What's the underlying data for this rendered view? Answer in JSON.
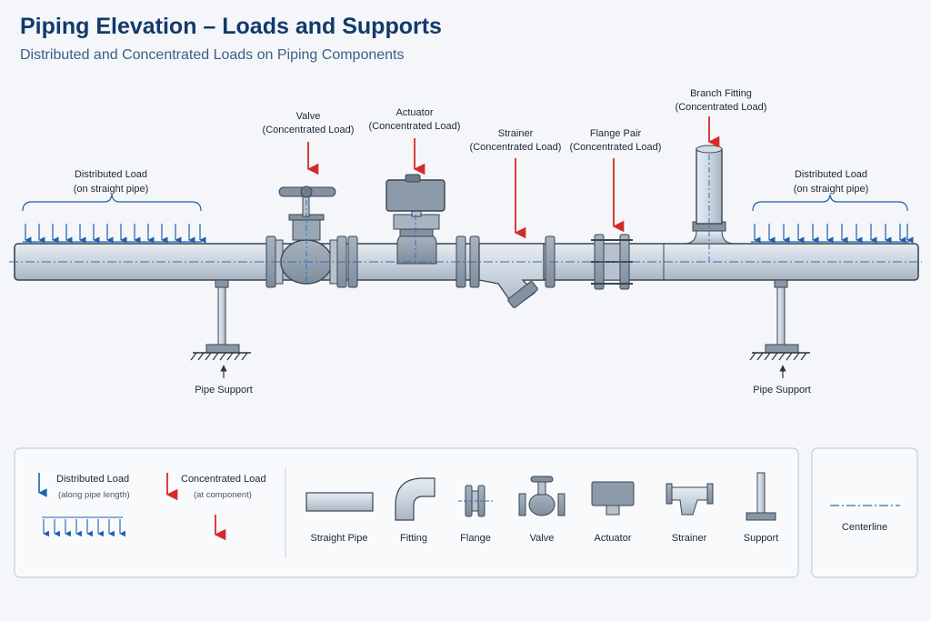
{
  "header": {
    "title": "Piping Elevation – Loads and Supports",
    "subtitle": "Distributed and Concentrated Loads on Piping Components"
  },
  "colors": {
    "distributed": "#1f5fb0",
    "concentrated": "#d62a2a",
    "pipe_fill": "#c9d3de",
    "pipe_stroke": "#3b4552",
    "centerline": "#2e6fc0"
  },
  "callouts": {
    "dist_left": {
      "line1": "Distributed Load",
      "line2": "(on straight pipe)"
    },
    "dist_right": {
      "line1": "Distributed Load",
      "line2": "(on straight pipe)"
    },
    "valve": {
      "line1": "Valve",
      "line2": "(Concentrated Load)"
    },
    "actuator": {
      "line1": "Actuator",
      "line2": "(Concentrated Load)"
    },
    "strainer": {
      "line1": "Strainer",
      "line2": "(Concentrated Load)"
    },
    "flange_pair": {
      "line1": "Flange Pair",
      "line2": "(Concentrated Load)"
    },
    "branch_fitting": {
      "line1": "Branch Fitting",
      "line2": "(Concentrated Load)"
    },
    "support_left": "Pipe Support",
    "support_right": "Pipe Support"
  },
  "legend": {
    "distributed": {
      "title": "Distributed Load",
      "sub": "(along pipe length)"
    },
    "concentrated": {
      "title": "Concentrated Load",
      "sub": "(at component)"
    },
    "items": [
      "Straight Pipe",
      "Fitting",
      "Flange",
      "Valve",
      "Actuator",
      "Strainer",
      "Support"
    ],
    "centerline": "Centerline"
  }
}
